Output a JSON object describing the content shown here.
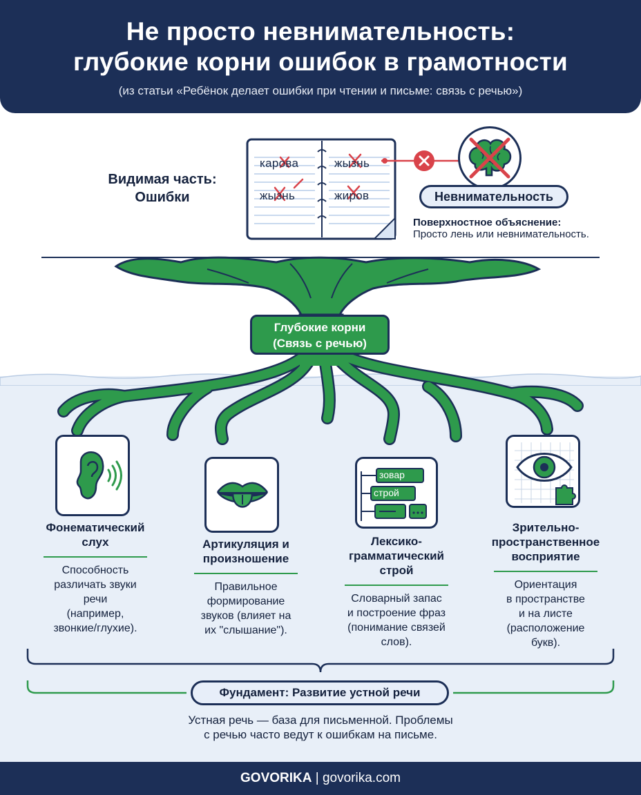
{
  "header": {
    "title_line1": "Не просто невнимательность:",
    "title_line2": "глубокие корни ошибок в грамотности",
    "subtitle": "(из статьи «Ребёнок делает ошибки при чтении и письме: связь с речью»)"
  },
  "visible_part": {
    "label_line1": "Видимая часть:",
    "label_line2": "Ошибки",
    "notebook_words": [
      "карова",
      "жызнь",
      "жызнь",
      "жиров"
    ]
  },
  "surface": {
    "pill": "Невнимательность",
    "explanation_title": "Поверхностное объяснение:",
    "explanation_text": "Просто лень или невнимательность."
  },
  "roots": {
    "line1": "Глубокие корни",
    "line2": "(Связь с речью)"
  },
  "columns": [
    {
      "icon": "ear-icon",
      "title_lines": [
        "Фонематический",
        "слух"
      ],
      "desc_lines": [
        "Способность",
        "различать звуки",
        "речи",
        "(например,",
        "звонкие/глухие)."
      ]
    },
    {
      "icon": "mouth-icon",
      "title_lines": [
        "Артикуляция и",
        "произношение"
      ],
      "desc_lines": [
        "Правильное",
        "формирование",
        "звуков (влияет на",
        "их \"слышание\")."
      ]
    },
    {
      "icon": "word-blocks-icon",
      "icon_words": [
        "зовар",
        "строй"
      ],
      "title_lines": [
        "Лексико-",
        "грамматический",
        "строй"
      ],
      "desc_lines": [
        "Словарный запас",
        "и построение фраз",
        "(понимание связей",
        "слов)."
      ]
    },
    {
      "icon": "eye-grid-icon",
      "title_lines": [
        "Зрительно-",
        "пространственное",
        "восприятие"
      ],
      "desc_lines": [
        "Ориентация",
        "в пространстве",
        "и на листе",
        "(расположение",
        "букв)."
      ]
    }
  ],
  "foundation": {
    "pill": "Фундамент: Развитие устной речи",
    "text_line1": "Устная речь — база для письменной. Проблемы",
    "text_line2": "с речью часто ведут к ошибкам на письме."
  },
  "footer": {
    "brand": "GOVORIKA",
    "separator": " | ",
    "site": "govorika.com"
  },
  "colors": {
    "navy": "#1c2f57",
    "green": "#2e9a4c",
    "red": "#d9434a",
    "light_blue": "#e8eff8"
  }
}
